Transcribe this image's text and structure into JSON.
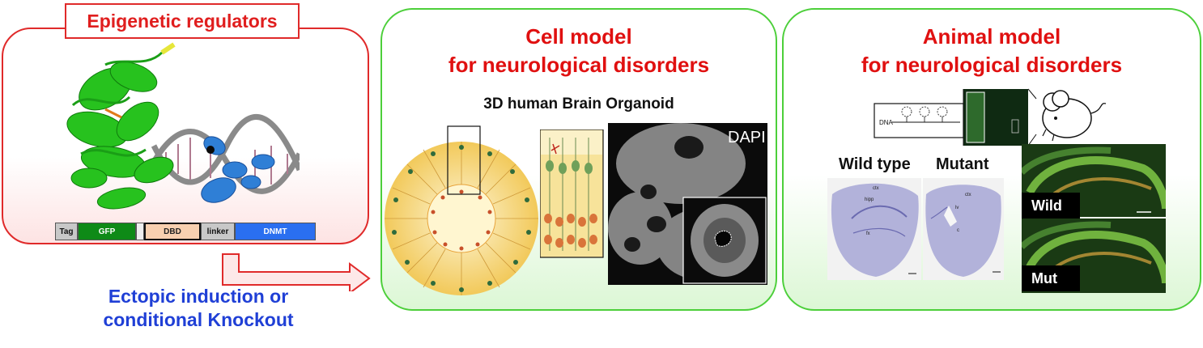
{
  "epigenetic": {
    "title": "Epigenetic regulators",
    "construct": {
      "tag": "Tag",
      "gfp": "GFP",
      "dbd": "DBD",
      "linker": "linker",
      "dnmt": "DNMT"
    },
    "arrow_caption": [
      "Ectopic induction or",
      "conditional Knockout"
    ]
  },
  "cell_model": {
    "title_line1": "Cell model",
    "title_line2": "for neurological disorders",
    "subtitle": "3D human Brain Organoid",
    "stain_label": "DAPI"
  },
  "animal_model": {
    "title_line1": "Animal model",
    "title_line2": "for neurological disorders",
    "dna_label": "DNA",
    "wild_type_label": "Wild type",
    "mutant_label": "Mutant",
    "section_labels": {
      "ctx": "ctx",
      "hipp": "hipp",
      "fx": "fx",
      "lv": "lv",
      "c": "c"
    },
    "wild_tag": "Wild",
    "mut_tag": "Mut"
  },
  "colors": {
    "red": "#e01010",
    "green_border": "#4ccf3a",
    "blue": "#1f3fd6"
  }
}
